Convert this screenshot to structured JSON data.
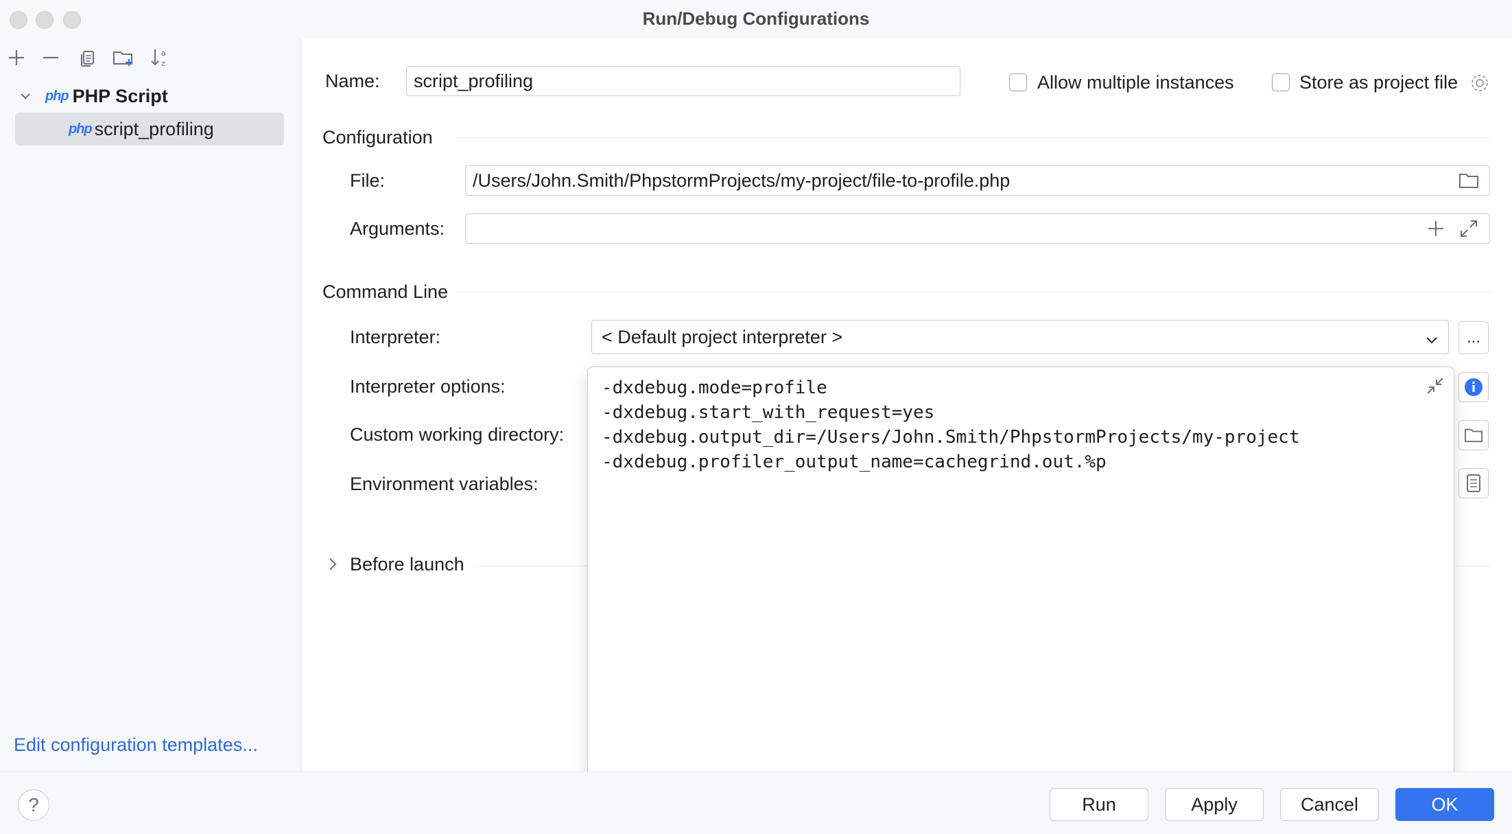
{
  "window": {
    "title": "Run/Debug Configurations"
  },
  "sidebar": {
    "toolbar": [
      "add-icon",
      "remove-icon",
      "copy-icon",
      "new-folder-icon",
      "sort-icon"
    ],
    "tree": {
      "group_label": "PHP Script",
      "items": [
        {
          "label": "script_profiling",
          "selected": true
        }
      ]
    },
    "edit_templates_label": "Edit configuration templates..."
  },
  "main": {
    "name_label": "Name:",
    "name_value": "script_profiling",
    "allow_multiple_label": "Allow multiple instances",
    "store_project_label": "Store as project file",
    "configuration": {
      "title": "Configuration",
      "file_label": "File:",
      "file_value": "/Users/John.Smith/PhpstormProjects/my-project/file-to-profile.php",
      "arguments_label": "Arguments:",
      "arguments_value": ""
    },
    "command_line": {
      "title": "Command Line",
      "interpreter_label": "Interpreter:",
      "interpreter_value": "< Default project interpreter >",
      "interpreter_more": "...",
      "interpreter_options_label": "Interpreter options:",
      "working_dir_label": "Custom working directory:",
      "env_vars_label": "Environment variables:"
    },
    "before_launch_label": "Before launch",
    "interpreter_options_editor": {
      "lines": [
        "-dxdebug.mode=profile",
        "-dxdebug.start_with_request=yes",
        "-dxdebug.output_dir=/Users/John.Smith/PhpstormProjects/my-project",
        "-dxdebug.profiler_output_name=cachegrind.out.%p"
      ]
    }
  },
  "footer": {
    "help_label": "?",
    "run_label": "Run",
    "apply_label": "Apply",
    "cancel_label": "Cancel",
    "ok_label": "OK"
  },
  "colors": {
    "accent": "#3574f0",
    "link": "#2f6bd3",
    "selection": "#dfe1e5"
  }
}
